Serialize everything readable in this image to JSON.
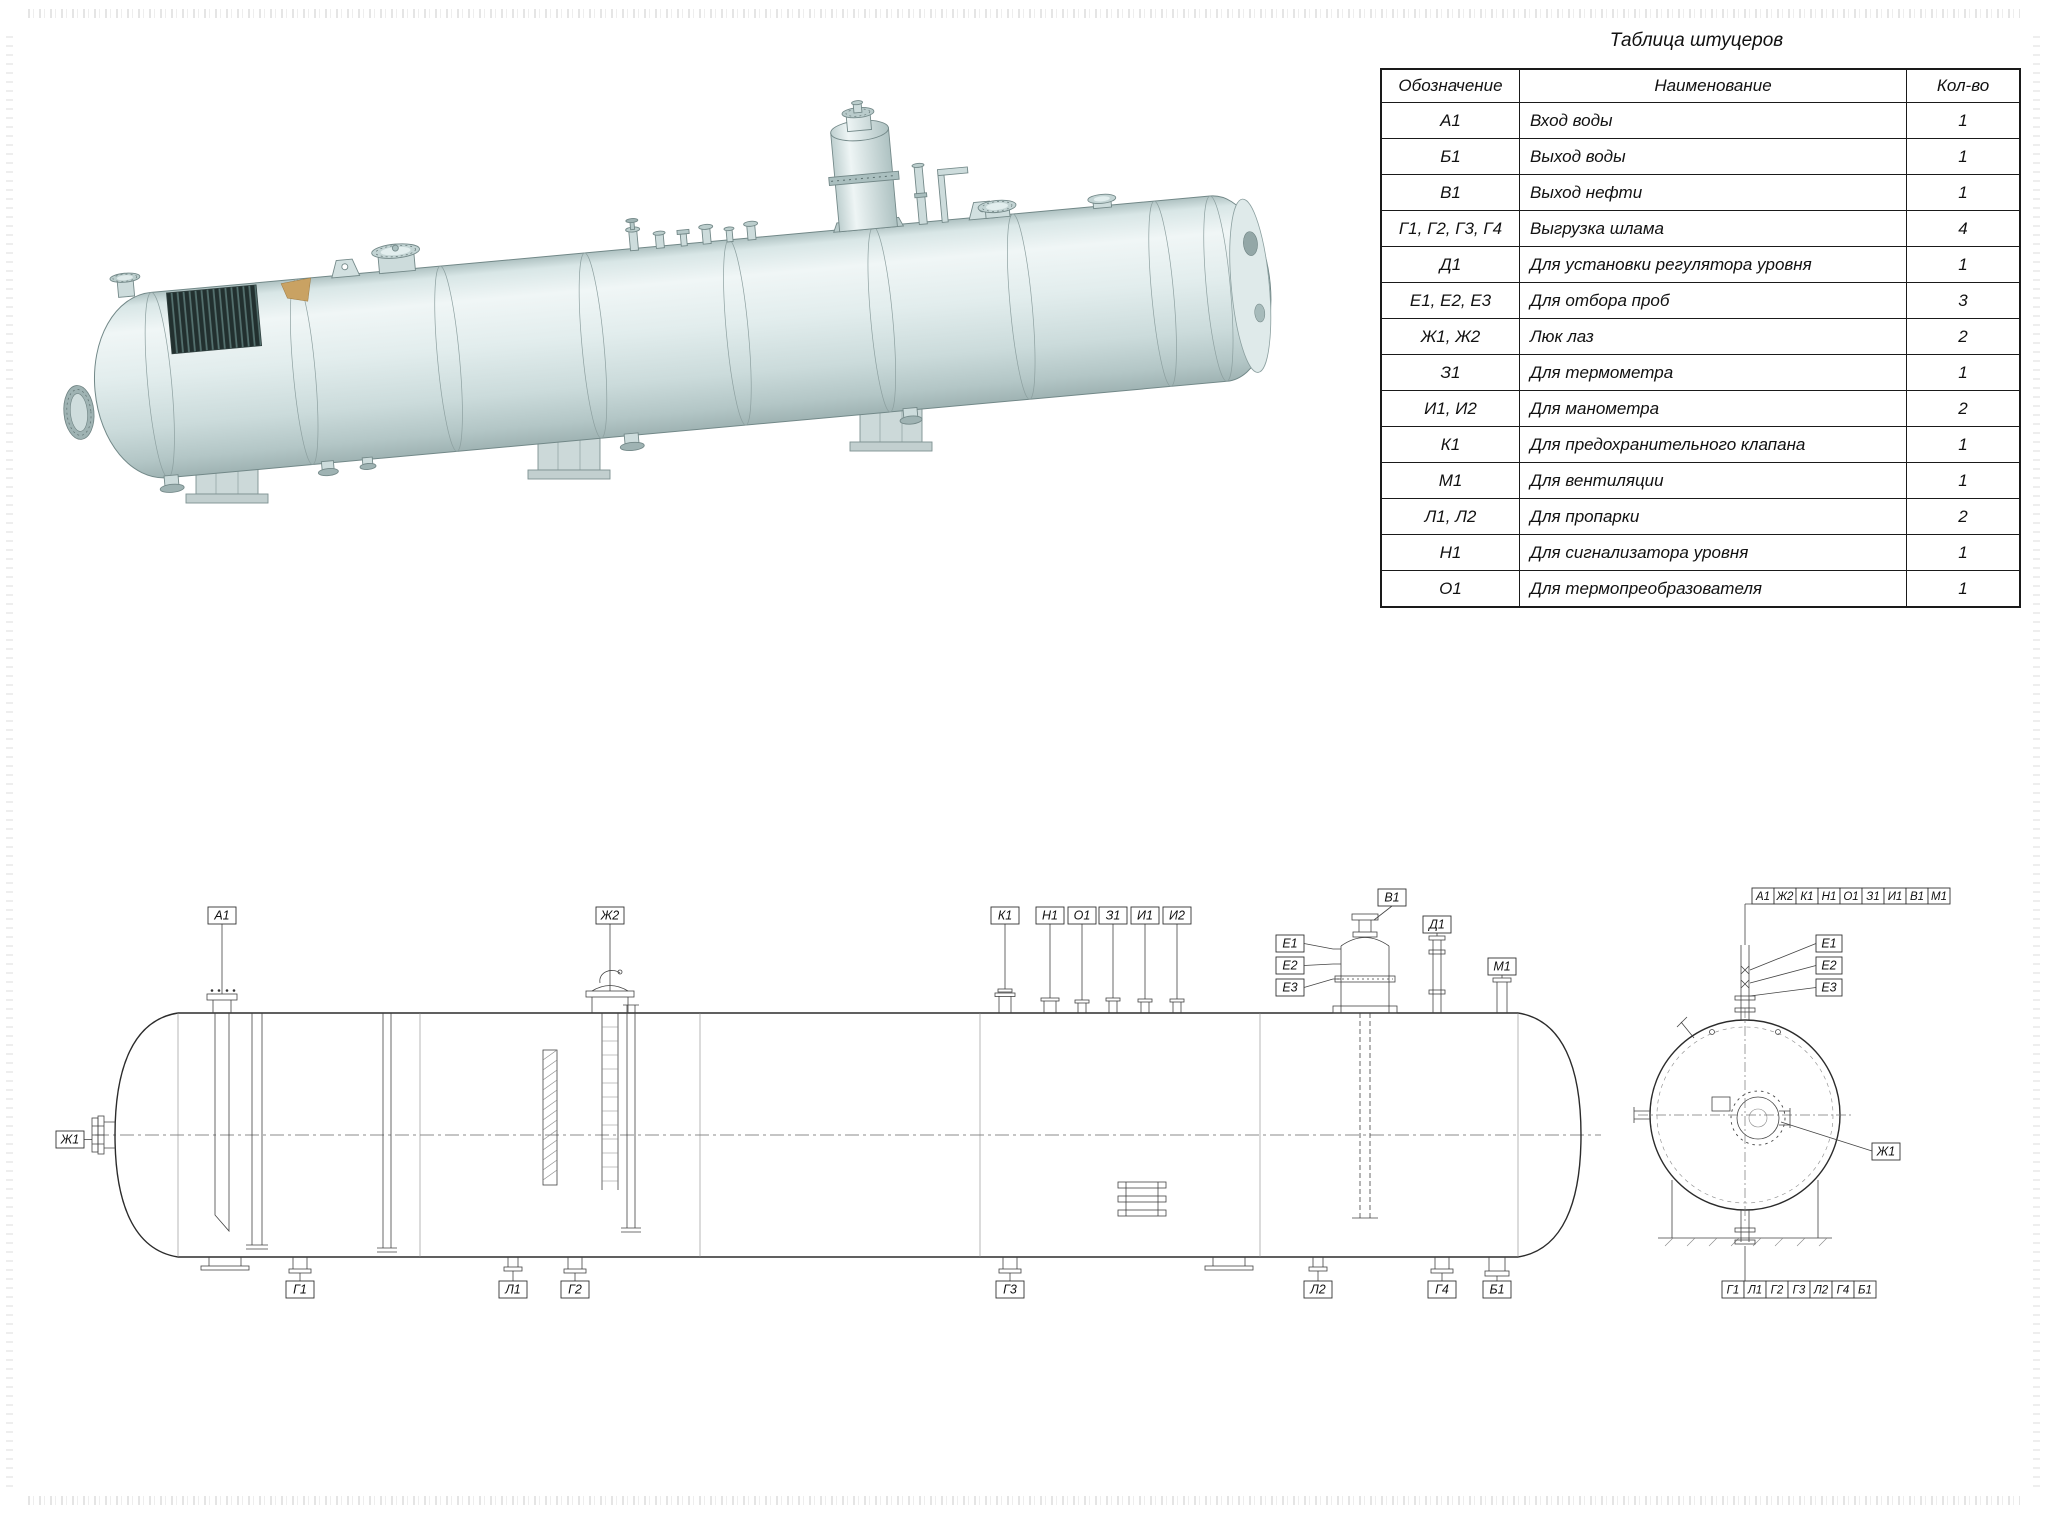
{
  "table": {
    "title": "Таблица штуцеров",
    "headers": {
      "designation": "Обозначение",
      "name": "Наименование",
      "qty": "Кол-во"
    },
    "rows": [
      {
        "designation": "А1",
        "name": "Вход воды",
        "qty": "1"
      },
      {
        "designation": "Б1",
        "name": "Выход воды",
        "qty": "1"
      },
      {
        "designation": "В1",
        "name": "Выход нефти",
        "qty": "1"
      },
      {
        "designation": "Г1, Г2, Г3, Г4",
        "name": "Выгрузка шлама",
        "qty": "4"
      },
      {
        "designation": "Д1",
        "name": "Для установки регулятора уровня",
        "qty": "1"
      },
      {
        "designation": "Е1, Е2, Е3",
        "name": "Для отбора проб",
        "qty": "3"
      },
      {
        "designation": "Ж1, Ж2",
        "name": "Люк лаз",
        "qty": "2"
      },
      {
        "designation": "З1",
        "name": "Для термометра",
        "qty": "1"
      },
      {
        "designation": "И1, И2",
        "name": "Для манометра",
        "qty": "2"
      },
      {
        "designation": "К1",
        "name": "Для предохранительного клапана",
        "qty": "1"
      },
      {
        "designation": "М1",
        "name": "Для вентиляции",
        "qty": "1"
      },
      {
        "designation": "Л1, Л2",
        "name": "Для пропарки",
        "qty": "2"
      },
      {
        "designation": "Н1",
        "name": "Для сигнализатора уровня",
        "qty": "1"
      },
      {
        "designation": "О1",
        "name": "Для термопреобразователя",
        "qty": "1"
      }
    ]
  },
  "side_view": {
    "callouts_top": {
      "a1": "А1",
      "zh2": "Ж2",
      "k1": "К1",
      "n1": "Н1",
      "o1": "О1",
      "z1": "З1",
      "i1": "И1",
      "i2": "И2",
      "v1": "В1",
      "d1": "Д1",
      "m1": "М1"
    },
    "callouts_side": {
      "zh1": "Ж1",
      "e1": "Е1",
      "e2": "Е2",
      "e3": "Е3"
    },
    "callouts_bottom": {
      "g1": "Г1",
      "l1": "Л1",
      "g2": "Г2",
      "g3": "Г3",
      "l2": "Л2",
      "g4": "Г4",
      "b1": "Б1"
    }
  },
  "end_view": {
    "top_row": [
      "А1",
      "Ж2",
      "К1",
      "Н1",
      "О1",
      "З1",
      "И1",
      "В1",
      "М1"
    ],
    "samples": [
      "Е1",
      "Е2",
      "Е3"
    ],
    "manhole": "Ж1",
    "bottom_row": [
      "Г1",
      "Л1",
      "Г2",
      "Г3",
      "Л2",
      "Г4",
      "Б1"
    ]
  }
}
